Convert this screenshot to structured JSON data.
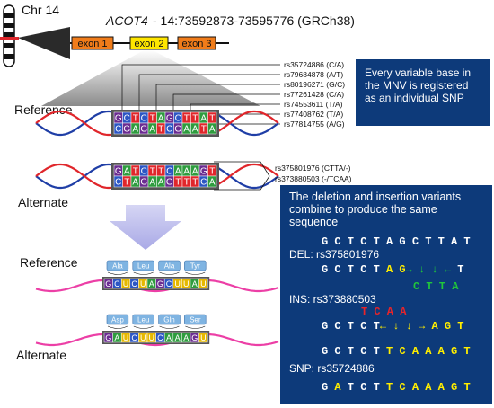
{
  "header": {
    "chromosome": "Chr 14",
    "gene": "ACOT4",
    "coords": "- 14:73592873-73595776 (GRCh38)"
  },
  "exons": [
    "exon 1",
    "exon 2",
    "exon 3"
  ],
  "labels": {
    "reference": "Reference",
    "alternate": "Alternate"
  },
  "top_snps": [
    "rs35724886 (C/A)",
    "rs79684878 (A/T)",
    "rs80196271 (G/C)",
    "rs77261428 (C/A)",
    "rs74553611 (T/A)",
    "rs77408762 (T/A)",
    "rs77814755 (A/G)"
  ],
  "alt_variants": [
    "rs375801976 (CTTA/-)",
    "rs373880503 (-/TCAA)"
  ],
  "ref_top_seq": "GCTCTAGCTTAT",
  "ref_bot_seq": "CGAGATCGAATA",
  "alt_top_seq": "GATCTTCAAAGT",
  "alt_bot_seq": "CTAGAAGTTTCA",
  "ref_aa": [
    "Ala",
    "Leu",
    "Ala",
    "Tyr"
  ],
  "alt_aa": [
    "Asp",
    "Leu",
    "Gln",
    "Ser"
  ],
  "ref_mrna": "GCUCUAGCUUAU",
  "alt_mrna": "GAUCUUCAAAGU",
  "box1": {
    "text": "Every variable base in the MNV is registered as an individual SNP"
  },
  "box2": {
    "intro": "The deletion and insertion variants combine to produce the same sequence",
    "ref_seq": "G C T C T A G C T T A T",
    "del_label": "DEL:  rs375801976",
    "del_seq_white": "G C T C T ",
    "del_seq_yellow": "A G",
    "del_arrows": "→ ↓ ↓ ←",
    "del_tail": " T",
    "del_removed": "C T T A",
    "ins_label": "INS: rs373880503",
    "ins_inserted": "T C A A",
    "ins_seq_white": "G C T C T",
    "ins_arrows": "← ↓ ↓ →",
    "ins_tail": "A G T",
    "result_white": "G C T C T ",
    "result_yellow": "T C A A A G T",
    "snp_label": "SNP: rs35724886",
    "snp_g": "G ",
    "snp_a": "A",
    "snp_rest_white": " T C T ",
    "snp_rest_yellow": "T C A A A G T"
  },
  "colors": {
    "A": "#2e9c3e",
    "C": "#2c56c4",
    "G": "#6b2c91",
    "T": "#e0262b",
    "U": "#e6b800",
    "box_bg": "#0d3a7a",
    "exon_orange": "#f07c1a",
    "exon2_yellow": "#ffe600",
    "arrow_lavender": "#b9b9ec",
    "strand_red": "#e0262b",
    "strand_blue": "#1f3ea6",
    "mrna_pink": "#ec3fa6",
    "aa_blue": "#7fb4e2"
  }
}
